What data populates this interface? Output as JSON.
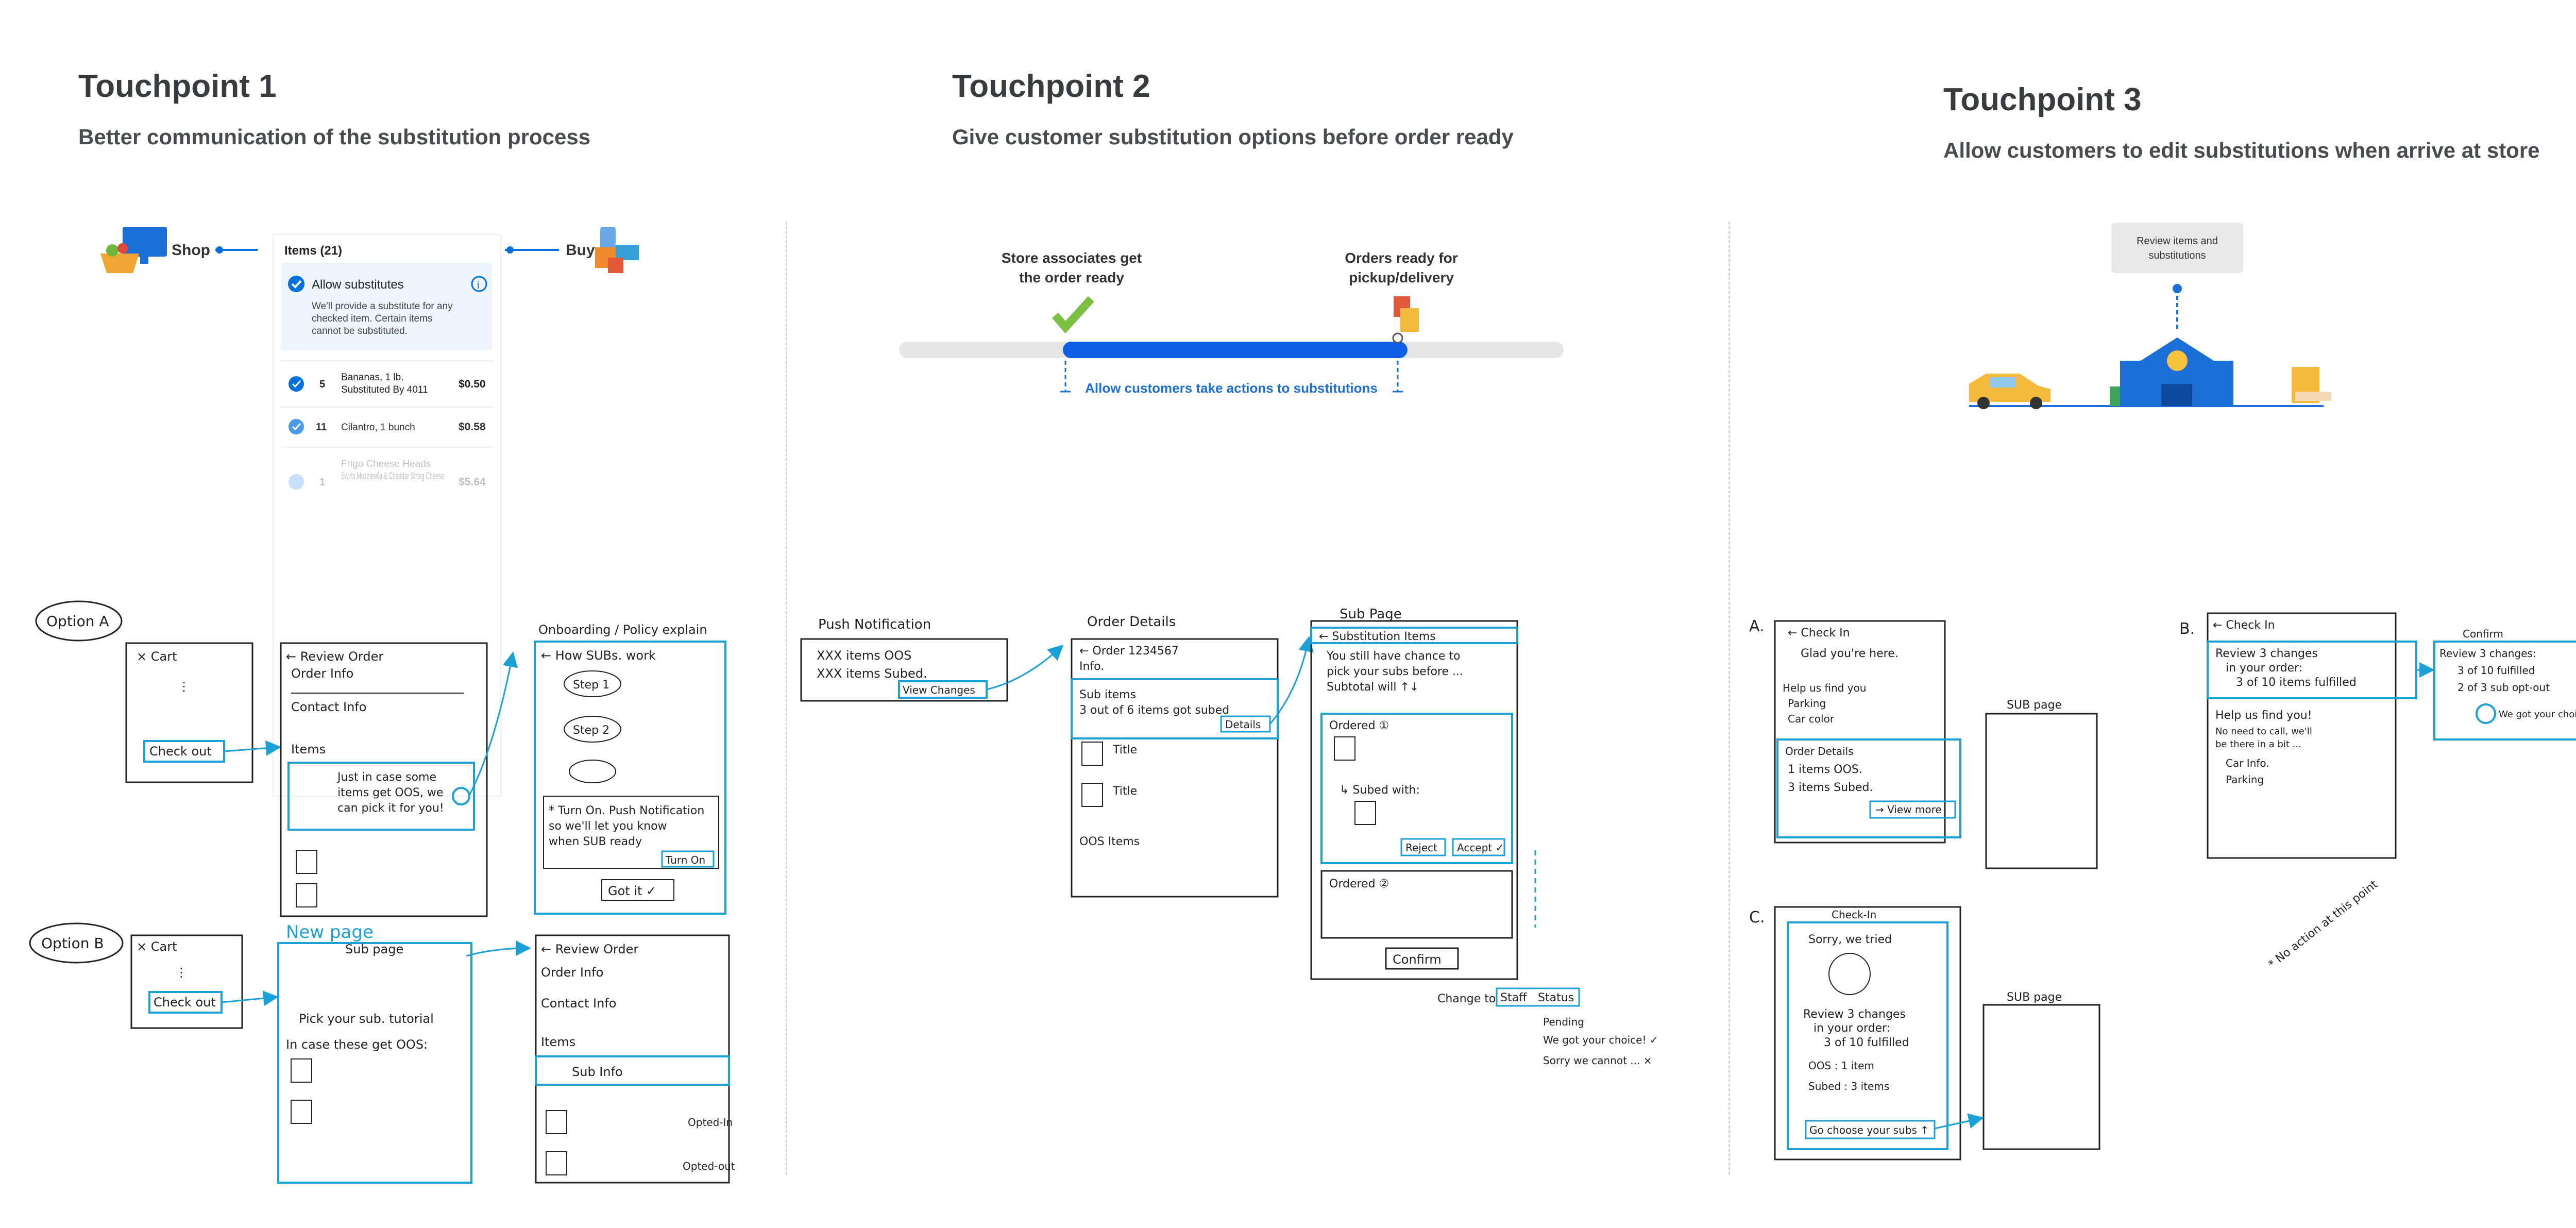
{
  "touchpoints": [
    {
      "title": "Touchpoint 1",
      "subtitle": "Better communication of the substitution process"
    },
    {
      "title": "Touchpoint 2",
      "subtitle": "Give customer substitution options before order ready"
    },
    {
      "title": "Touchpoint 3",
      "subtitle": "Allow customers to edit substitutions when arrive at store"
    }
  ],
  "tp1": {
    "shop_label": "Shop",
    "buy_label": "Buy",
    "items_header": "Items (21)",
    "allow_label": "Allow substitutes",
    "allow_desc": [
      "We'll provide a substitute for any",
      "checked item. Certain items",
      "cannot be substituted."
    ],
    "items": [
      {
        "qty": "5",
        "name": "Bananas, 1 lb.",
        "detail": "Substituted By 4011",
        "price": "$0.50"
      },
      {
        "qty": "11",
        "name": "Cilantro, 1 bunch",
        "detail": "",
        "price": "$0.58"
      },
      {
        "qty": "1",
        "name": "Frigo Cheese Heads",
        "detail": "Swirls Mozzarella & Cheddar String Cheese",
        "price": "$5.64"
      }
    ],
    "colors": {
      "accent": "#0071dc",
      "check": "#0071dc",
      "sketch_blue": "#1ba0d8"
    }
  },
  "tp2": {
    "label_left": [
      "Store associates get",
      "the order ready"
    ],
    "label_right": [
      "Orders ready for",
      "pickup/delivery"
    ],
    "range_label": "Allow customers take actions to substitutions",
    "progress_fill": 0.5
  },
  "tp3": {
    "review_label": [
      "Review items and",
      "substitutions"
    ]
  },
  "sketch_text": {
    "option_a": "Option A",
    "option_b": "Option B",
    "cart": "× Cart",
    "checkout": "Check out",
    "review_order": "← Review Order",
    "order_info": "Order Info",
    "contact_info": "Contact Info",
    "items": "Items",
    "just_in_case": [
      "Just in case some",
      "items get OOS, we",
      "can pick it for you!"
    ],
    "onboarding": "Onboarding / Policy explain",
    "how_subs_work": "← How SUBs. work",
    "step1": "Step 1",
    "step2": "Step 2",
    "turn_on": [
      "* Turn On. Push Notification",
      "so we'll let you know",
      "when SUB ready"
    ],
    "turn_on_btn": "Turn On",
    "got_it": "Got it ✓",
    "new_page": "New page",
    "sub_page": "Sub page",
    "pick_your_sub": "Pick your sub. tutorial",
    "in_case_oos": "In case these get OOS:",
    "contact_info_b": "Contact Info",
    "sub_info": "Sub Info",
    "opted_in": "Opted-In",
    "opted_out": "Opted-out",
    "push_notification": "Push Notification",
    "push_lines": [
      "XXX items OOS",
      "XXX items Subed."
    ],
    "view_changes": "View Changes",
    "order_details": "Order Details",
    "order_no": "← Order 1234567",
    "info": "Info.",
    "sub_items": "Sub items",
    "sub_items_desc": "3 out of 6 items got subed",
    "details": "Details",
    "title_row": "Title",
    "oos_items": "OOS Items",
    "sub_page_2": "Sub Page",
    "substitution_items": "← Substitution Items",
    "sub_intro": [
      "You still have chance to",
      "pick your subs before ...",
      "Subtotal will ↑↓"
    ],
    "ordered1": "Ordered ①",
    "subed_with": "↳ Subed with:",
    "reject": "Reject",
    "accept": "Accept ✓",
    "ordered2": "Ordered ②",
    "confirm": "Confirm",
    "change_to": "Change to",
    "staff": "Staff",
    "status": "Status",
    "pending": "Pending",
    "we_got": "We got your choice! ✓",
    "sorry": "Sorry we cannot ... ×",
    "a_label": "A.",
    "check_in": "← Check In",
    "glad": "Glad you're here.",
    "help_find": "Help us find you",
    "parking": "Parking",
    "car_color": "Car color",
    "order_details_c": "Order Details",
    "oos_count": "1 items OOS.",
    "subed_count": "3 items Subed.",
    "view_more": "→ View more",
    "sub_page_3": "SUB page",
    "b_label": "B.",
    "review_changes": [
      "Review 3 changes",
      "in your order:",
      "3 of 10 items fulfilled"
    ],
    "help_find_b": "Help us find you!",
    "no_need": [
      "No need to call, we'll",
      "be there in a bit ..."
    ],
    "car_info": "Car Info.",
    "confirm_label": "Confirm",
    "confirm_lines": [
      "Review 3 changes:",
      "3 of 10 fulfilled",
      "2 of 3 sub opt-out",
      "We got your choice"
    ],
    "no_action": "* No action at this point",
    "c_label": "C.",
    "check_in_c": "Check-In",
    "sorry_tried": "Sorry, we tried",
    "review_c": [
      "Review 3 changes",
      "in your order:",
      "3 of 10 fulfilled"
    ],
    "oos_c": "OOS : 1 item",
    "subed_c": "Subed : 3 items",
    "go_choose": "Go choose your subs ↑",
    "sub_page_c": "SUB page"
  }
}
